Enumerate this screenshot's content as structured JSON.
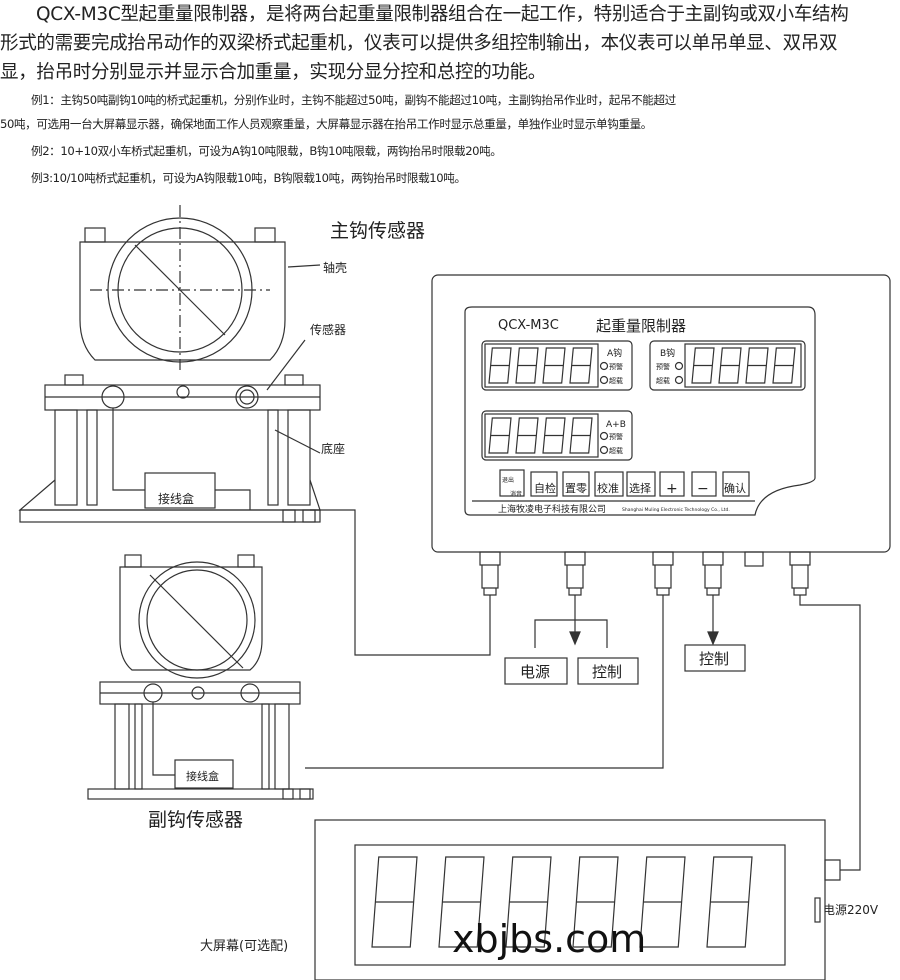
{
  "intro": {
    "line1": "QCX-M3C型起重量限制器，是将两台起重量限制器组合在一起工作，特别适合于主副钩或双小车结构",
    "line2": "形式的需要完成抬吊动作的双梁桥式起重机，仪表可以提供多组控制输出，本仪表可以单吊单显、双吊双",
    "line3": "显，抬吊时分别显示并显示合加重量，实现分显分控和总控的功能。"
  },
  "examples": {
    "ex1_line1": "例1：主钩50吨副钩10吨的桥式起重机，分别作业时，主钩不能超过50吨，副钩不能超过10吨，主副钩抬吊作业时，起吊不能超过",
    "ex1_line2": "50吨，可选用一台大屏幕显示器，确保地面工作人员观察重量，大屏幕显示器在抬吊工作时显示总重量，单独作业时显示单钩重量。",
    "ex2": "例2：10+10双小车桥式起重机，可设为A钩10吨限载，B钩10吨限载，两钩抬吊时限载20吨。",
    "ex3": "例3:10/10吨桥式起重机，可设为A钩限载10吨，B钩限载10吨，两钩抬吊时限载10吨。"
  },
  "diagram": {
    "main_sensor_title": "主钩传感器",
    "aux_sensor_title": "副钩传感器",
    "label_housing": "轴壳",
    "label_sensor": "传感器",
    "label_base": "底座",
    "junction_box": "接线盒",
    "junction_box_2": "接线盒",
    "controller": {
      "model": "QCX-M3C",
      "name": "起重量限制器",
      "hook_a": "A钩",
      "hook_b": "B钩",
      "sum": "A+B",
      "warn": "预警",
      "overload": "超载",
      "buttons": [
        "退出",
        "消音",
        "自检",
        "置零",
        "校准",
        "选择",
        "+",
        "−",
        "确认"
      ],
      "company_cn": "上海牧凌电子科技有限公司",
      "company_en": "Shanghai Muling Electronic Technology Co., Ltd."
    },
    "output_power": "电源",
    "output_control": "控制",
    "output_control_2": "控制",
    "big_screen_label": "大屏幕(可选配)",
    "power_220": "电源220V",
    "watermark": "xbjbs.com"
  }
}
